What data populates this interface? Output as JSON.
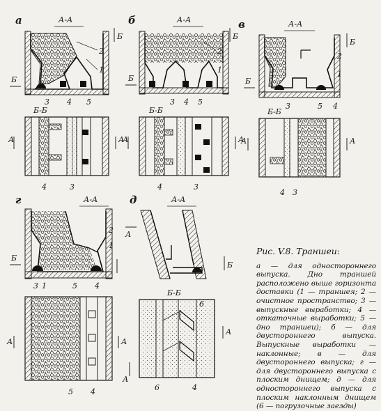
{
  "panels": {
    "a": {
      "letter": "а",
      "section_top": "А-А",
      "section_bottom": "Б-Б",
      "cut_top": "Б",
      "cut_side": "Б",
      "cut_bottom": "А",
      "callouts_top": [
        "2",
        "1",
        "3",
        "4",
        "5"
      ],
      "callouts_bottom": [
        "4",
        "3"
      ]
    },
    "b": {
      "letter": "б",
      "section_top": "А-А",
      "section_bottom": "Б-Б",
      "cut_top": "Б",
      "cut_side": "Б",
      "cut_bottom": "А",
      "callouts_top": [
        "2",
        "1",
        "3",
        "4",
        "5"
      ],
      "callouts_bottom": [
        "4",
        "3"
      ]
    },
    "v": {
      "letter": "в",
      "section_top": "А-А",
      "section_bottom": "Б-Б",
      "cut_top": "Б",
      "cut_side": "Б",
      "cut_bottom": "А",
      "callouts_top": [
        "2",
        "1",
        "3",
        "5",
        "4"
      ],
      "callouts_bottom": [
        "4",
        "3"
      ]
    },
    "g": {
      "letter": "г",
      "section_top": "А-А",
      "section_bottom": "",
      "cut_top": "",
      "cut_side": "Б",
      "cut_bottom": "А",
      "callouts_top": [
        "2",
        "1",
        "3",
        "1",
        "5",
        "4"
      ],
      "callouts_bottom": [
        "5",
        "4"
      ]
    },
    "d": {
      "letter": "д",
      "section_top": "А-А",
      "section_bottom": "Б-Б",
      "cut_top": "А",
      "cut_side": "Б",
      "cut_bottom": "А",
      "callouts_top": [],
      "callouts_bottom": [
        "6",
        "6",
        "4"
      ]
    }
  },
  "caption": {
    "head": "Рис. V.8. Траншеи:",
    "body": "а — для одностороннего выпуска. Дно траншей расположено выше горизонта доставки (1 — траншея; 2 — очистное пространство; 3 — выпускные выработки; 4 — откаточные выработки; 5 — дно траншеи); б — для двустороннего выпуска. Выпускные выработки — наклонные; в — для двустороннего выпуска; г — для двустороннего выпуска с плоским днищем; д — для одностороннего выпуска с плоским наклонным днищем (6 — погрузочные заезды)"
  }
}
